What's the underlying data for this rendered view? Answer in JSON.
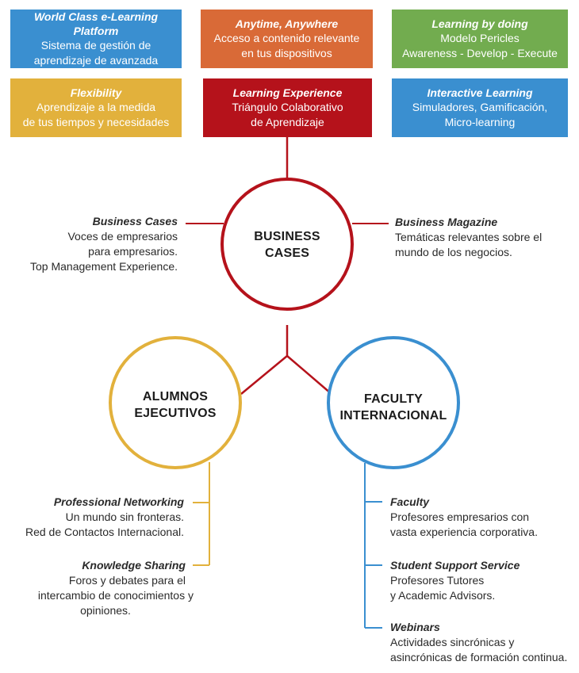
{
  "top_boxes": {
    "world_class": {
      "title": "World Class e-Learning Platform",
      "lines": [
        "Sistema de gestión de",
        "aprendizaje de avanzada"
      ]
    },
    "anytime": {
      "title": "Anytime, Anywhere",
      "lines": [
        "Acceso a contenido relevante",
        "en tus dispositivos"
      ]
    },
    "learning_by_doing": {
      "title": "Learning by doing",
      "lines": [
        "Modelo Pericles",
        "Awareness - Develop -  Execute"
      ]
    },
    "flexibility": {
      "title": "Flexibility",
      "lines": [
        "Aprendizaje a la medida",
        "de tus tiempos y necesidades"
      ]
    },
    "learning_experience": {
      "title": "Learning Experience",
      "lines": [
        "Triángulo Colaborativo",
        "de Aprendizaje"
      ]
    },
    "interactive": {
      "title": "Interactive Learning",
      "lines": [
        "Simuladores, Gamificación,",
        "Micro-learning"
      ]
    }
  },
  "circles": {
    "business_cases": [
      "BUSINESS",
      "CASES"
    ],
    "alumnos": [
      "ALUMNOS",
      "EJECUTIVOS"
    ],
    "faculty": [
      "FACULTY",
      "INTERNACIONAL"
    ]
  },
  "business_cases_left": {
    "title": "Business Cases",
    "lines": [
      "Voces de empresarios",
      "para empresarios.",
      "Top Management Experience."
    ]
  },
  "business_magazine": {
    "title": "Business Magazine",
    "lines": [
      "Temáticas relevantes sobre el",
      "mundo de los negocios."
    ]
  },
  "professional_networking": {
    "title": "Professional Networking",
    "lines": [
      "Un mundo sin fronteras.",
      "Red de Contactos Internacional."
    ]
  },
  "knowledge_sharing": {
    "title": "Knowledge Sharing",
    "lines": [
      "Foros y debates para el",
      "intercambio de conocimientos y",
      "opiniones."
    ]
  },
  "faculty_item": {
    "title": "Faculty",
    "lines": [
      "Profesores empresarios con",
      "vasta experiencia corporativa."
    ]
  },
  "student_support": {
    "title": "Student Support Service",
    "lines": [
      "Profesores Tutores",
      "y Academic Advisors."
    ]
  },
  "webinars": {
    "title": "Webinars",
    "lines": [
      "Actividades sincrónicas y",
      "asincrónicas de formación continua."
    ]
  },
  "colors": {
    "red": "#b5121b",
    "yellow": "#e2b13c",
    "blue": "#3a8fd0",
    "orange": "#d96a37",
    "green": "#72ac4f"
  }
}
